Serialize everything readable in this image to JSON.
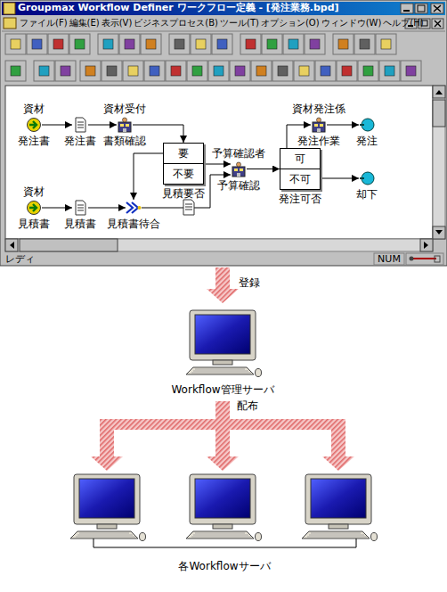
{
  "diagram": {
    "nodes": [
      {
        "text": [
          "資材",
          "発注書"
        ]
      },
      {
        "text": [
          "発注書"
        ]
      },
      {
        "text": [
          "資材受付",
          "書類確認"
        ]
      },
      {
        "text": [
          "要",
          "不要",
          "見積要否"
        ]
      },
      {
        "text": [
          "予算確認者",
          "予算確認"
        ]
      },
      {
        "text": [
          "可",
          "不可",
          "発注可否"
        ]
      },
      {
        "text": [
          "資材発注係",
          "発注作業"
        ]
      },
      {
        "text": [
          "発注"
        ]
      },
      {
        "text": [
          "却下"
        ]
      },
      {
        "text": [
          "資材",
          "見積書"
        ]
      },
      {
        "text": [
          "見積書"
        ]
      },
      {
        "text": [
          "見積書待合"
        ]
      }
    ],
    "edges": [
      {
        "from": 0,
        "to": 1,
        "arrow": "to"
      },
      {
        "from": 1,
        "to": 2,
        "arrow": "to"
      },
      {
        "from": 2,
        "to": 3,
        "arrow": "to"
      },
      {
        "from": 3,
        "to": 11,
        "arrow": "to"
      },
      {
        "from": 3,
        "to": 4,
        "arrow": "to"
      },
      {
        "from": 4,
        "to": 5,
        "arrow": "to"
      },
      {
        "from": 5,
        "to": 6,
        "arrow": "to"
      },
      {
        "from": 5,
        "to": 8,
        "arrow": "to"
      },
      {
        "from": 6,
        "to": 7,
        "arrow": "to"
      },
      {
        "from": 9,
        "to": 10,
        "arrow": "to"
      },
      {
        "from": 10,
        "to": 11,
        "arrow": "to"
      },
      {
        "from": 11,
        "to": 4,
        "arrow": "to"
      }
    ],
    "labels": [
      "Groupmax Workflow Definer ワークフロー定義 - [発注業務.bpd]",
      "ファイル(F)",
      "編集(E)",
      "表示(V)",
      "ビジネスプロセス(B)",
      "ツール(T)",
      "オプション(O)",
      "ウィンドウ(W)",
      "ヘルプ(H)",
      "レディ",
      "NUM",
      "登録",
      "Workflow管理サーバ",
      "配布",
      "各Workflowサーバ"
    ]
  }
}
